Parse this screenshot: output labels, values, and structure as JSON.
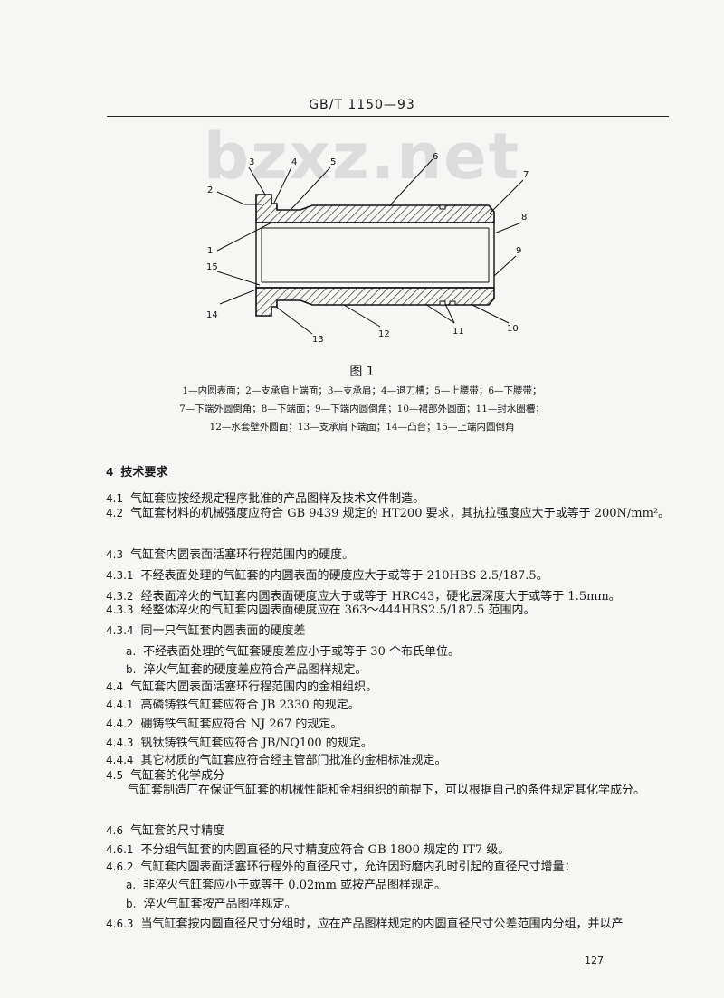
{
  "header": {
    "standard_no": "GB/T 1150—93"
  },
  "watermark": "bzxz.net",
  "figure": {
    "title": "图 1",
    "callouts": [
      "1",
      "2",
      "3",
      "4",
      "5",
      "6",
      "7",
      "8",
      "9",
      "10",
      "11",
      "12",
      "13",
      "14",
      "15"
    ],
    "legend_lines": [
      "1—内圆表面；2—支承肩上端面；3—支承肩；4—退刀槽；5—上腰带；6—下腰带；",
      "7—下端外圆倒角；8—下端面；9—下端内圆倒角；10—裙部外圆面；11—封水圈槽；",
      "12—水套壁外圆面；13—支承肩下端面；14—凸台；15—上端内圆倒角"
    ]
  },
  "sections": [
    {
      "num": "4",
      "text": "技术要求"
    },
    {
      "num": "4.1",
      "text": "气缸套应按经规定程序批准的产品图样及技术文件制造。"
    },
    {
      "num": "4.2",
      "text": "气缸套材料的机械强度应符合 GB 9439 规定的 HT200 要求，其抗拉强度应大于或等于 200N/mm²。"
    },
    {
      "num": "4.3",
      "text": "气缸套内圆表面活塞环行程范围内的硬度。"
    },
    {
      "num": "4.3.1",
      "text": "不经表面处理的气缸套的内圆表面的硬度应大于或等于 210HBS 2.5/187.5。"
    },
    {
      "num": "4.3.2",
      "text": "经表面淬火的气缸套内圆表面硬度应大于或等于 HRC43，硬化层深度大于或等于 1.5mm。"
    },
    {
      "num": "4.3.3",
      "text": "经整体淬火的气缸套内圆表面硬度应在 363～444HBS2.5/187.5 范围内。"
    },
    {
      "num": "4.3.4",
      "text": "同一只气缸套内圆表面的硬度差"
    },
    {
      "num": "a.",
      "text": "不经表面处理的气缸套硬度差应小于或等于 30 个布氏单位。"
    },
    {
      "num": "b.",
      "text": "淬火气缸套的硬度差应符合产品图样规定。"
    },
    {
      "num": "4.4",
      "text": "气缸套内圆表面活塞环行程范围内的金相组织。"
    },
    {
      "num": "4.4.1",
      "text": "高磷铸铁气缸套应符合 JB 2330 的规定。"
    },
    {
      "num": "4.4.2",
      "text": "硼铸铁气缸套应符合 NJ 267 的规定。"
    },
    {
      "num": "4.4.3",
      "text": "钒钛铸铁气缸套应符合 JB/NQ100 的规定。"
    },
    {
      "num": "4.4.4",
      "text": "其它材质的气缸套应符合经主管部门批准的金相标准规定。"
    },
    {
      "num": "4.5",
      "text": "气缸套的化学成分"
    },
    {
      "num": "",
      "text": "气缸套制造厂在保证气缸套的机械性能和金相组织的前提下，可以根据自己的条件规定其化学成分。"
    },
    {
      "num": "4.6",
      "text": "气缸套的尺寸精度"
    },
    {
      "num": "4.6.1",
      "text": "不分组气缸套的内圆直径的尺寸精度应符合 GB 1800 规定的 IT7 级。"
    },
    {
      "num": "4.6.2",
      "text": "气缸套内圆表面活塞环行程外的直径尺寸，允许因珩磨内孔时引起的直径尺寸增量："
    },
    {
      "num": "a.",
      "text": "非淬火气缸套应小于或等于 0.02mm 或按产品图样规定。"
    },
    {
      "num": "b.",
      "text": "淬火气缸套按产品图样规定。"
    },
    {
      "num": "4.6.3",
      "text": "当气缸套按内圆直径尺寸分组时，应在产品图样规定的内圆直径尺寸公差范围内分组，并以产"
    }
  ],
  "page_number": "127"
}
